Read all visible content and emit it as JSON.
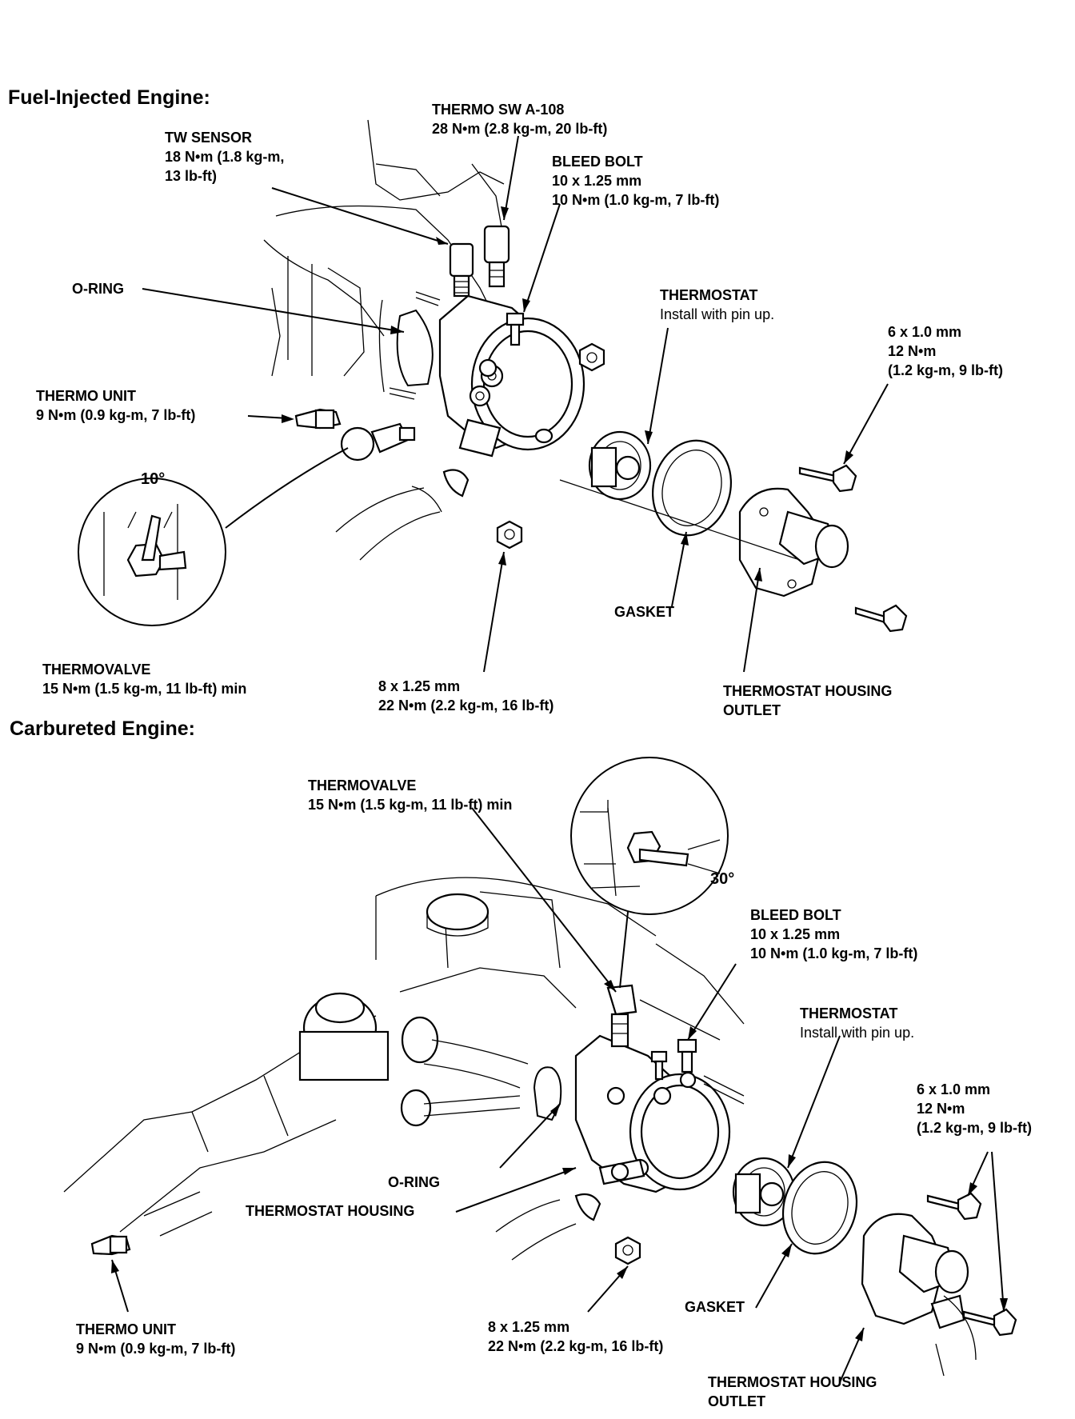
{
  "section1": {
    "heading": "Fuel-Injected Engine:",
    "tw_sensor": {
      "title": "TW SENSOR",
      "line1": "18 N•m (1.8 kg-m,",
      "line2": "13 lb-ft)"
    },
    "thermo_sw": {
      "title": "THERMO SW A-108",
      "line1": "28 N•m (2.8 kg-m, 20 lb-ft)"
    },
    "bleed_bolt": {
      "title": "BLEED BOLT",
      "line1": "10 x 1.25 mm",
      "line2": "10 N•m (1.0 kg-m, 7 lb-ft)"
    },
    "o_ring": "O-RING",
    "thermostat": {
      "title": "THERMOSTAT",
      "note": "Install with pin up."
    },
    "bolt_spec": {
      "line1": "6 x 1.0 mm",
      "line2": "12 N•m",
      "line3": "(1.2 kg-m, 9 lb-ft)"
    },
    "thermo_unit": {
      "title": "THERMO UNIT",
      "line1": "9 N•m (0.9 kg-m, 7 lb-ft)"
    },
    "angle": "10°",
    "gasket": "GASKET",
    "thermovalve": {
      "title": "THERMOVALVE",
      "line1": "15 N•m (1.5 kg-m, 11 lb-ft) min"
    },
    "nut_spec": {
      "line1": "8 x 1.25 mm",
      "line2": "22 N•m (2.2 kg-m, 16 lb-ft)"
    },
    "outlet": {
      "line1": "THERMOSTAT HOUSING",
      "line2": "OUTLET"
    }
  },
  "section2": {
    "heading": "Carbureted Engine:",
    "thermovalve": {
      "title": "THERMOVALVE",
      "line1": "15 N•m (1.5 kg-m, 11 lb-ft) min"
    },
    "angle": "30°",
    "bleed_bolt": {
      "title": "BLEED BOLT",
      "line1": "10 x 1.25 mm",
      "line2": "10 N•m (1.0 kg-m, 7 lb-ft)"
    },
    "thermostat": {
      "title": "THERMOSTAT",
      "note": "Install with pin up."
    },
    "bolt_spec": {
      "line1": "6 x 1.0 mm",
      "line2": "12 N•m",
      "line3": "(1.2 kg-m, 9 lb-ft)"
    },
    "o_ring": "O-RING",
    "housing": "THERMOSTAT HOUSING",
    "thermo_unit": {
      "title": "THERMO UNIT",
      "line1": "9 N•m (0.9 kg-m, 7 lb-ft)"
    },
    "gasket": "GASKET",
    "nut_spec": {
      "line1": "8 x 1.25 mm",
      "line2": "22 N•m (2.2 kg-m, 16 lb-ft)"
    },
    "outlet": {
      "line1": "THERMOSTAT HOUSING",
      "line2": "OUTLET"
    }
  }
}
